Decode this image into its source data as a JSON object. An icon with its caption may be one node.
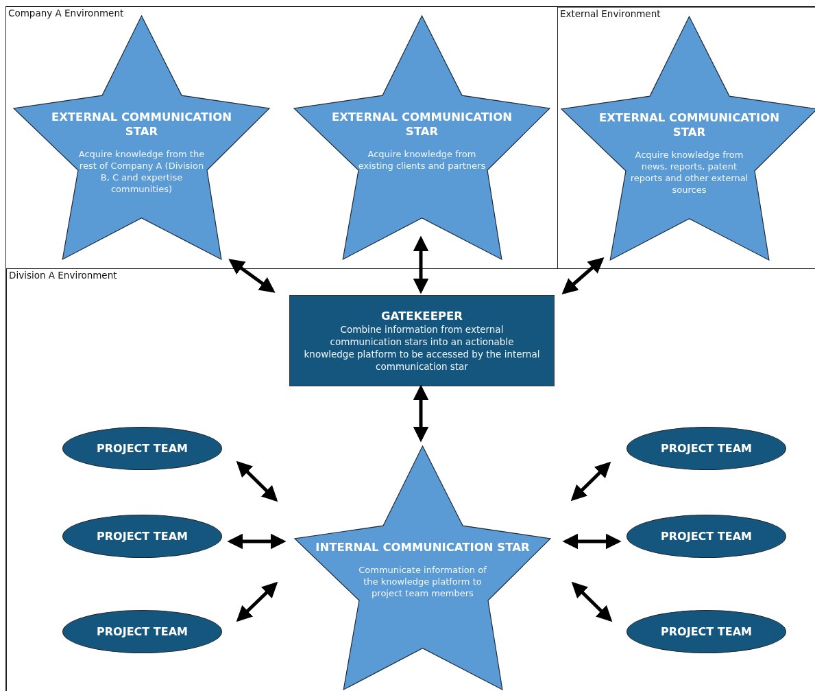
{
  "diagram": {
    "nodes": [
      {
        "text": [
          "Company A Environment"
        ]
      },
      {
        "text": [
          "External Environment"
        ],
        "in": 0
      },
      {
        "text": [
          "Division A Environment"
        ],
        "in": 0
      },
      {
        "text": [
          "EXTERNAL COMMUNICATION STAR",
          "Acquire knowledge from the rest of Company A (Division B, C and expertise communities)"
        ],
        "in": 0
      },
      {
        "text": [
          "EXTERNAL COMMUNICATION STAR",
          "Acquire knowledge from existing clients and partners"
        ],
        "in": 0
      },
      {
        "text": [
          "EXTERNAL COMMUNICATION STAR",
          "Acquire knowledge from news, reports, patent reports and other external sources"
        ],
        "in": 1
      },
      {
        "text": [
          "GATEKEEPER",
          "Combine information from external communication stars into an actionable knowledge platform to be accessed by the internal communication star"
        ],
        "in": 2
      },
      {
        "text": [
          "PROJECT TEAM"
        ],
        "in": 2
      },
      {
        "text": [
          "PROJECT TEAM"
        ],
        "in": 2
      },
      {
        "text": [
          "PROJECT TEAM"
        ],
        "in": 2
      },
      {
        "text": [
          "INTERNAL COMMUNICATION STAR",
          "Communicate information of the knowledge platform to project team members"
        ],
        "in": 2
      },
      {
        "text": [
          "PROJECT TEAM"
        ],
        "in": 2
      },
      {
        "text": [
          "PROJECT TEAM"
        ],
        "in": 2
      },
      {
        "text": [
          "PROJECT TEAM"
        ],
        "in": 2
      }
    ],
    "edges": [
      {
        "from": 3,
        "to": 6,
        "arrow": "both"
      },
      {
        "from": 4,
        "to": 6,
        "arrow": "both"
      },
      {
        "from": 5,
        "to": 6,
        "arrow": "both"
      },
      {
        "from": 6,
        "to": 10,
        "arrow": "both"
      },
      {
        "from": 7,
        "to": 10,
        "arrow": "both"
      },
      {
        "from": 8,
        "to": 10,
        "arrow": "both"
      },
      {
        "from": 9,
        "to": 10,
        "arrow": "both"
      },
      {
        "from": 11,
        "to": 10,
        "arrow": "both"
      },
      {
        "from": 12,
        "to": 10,
        "arrow": "both"
      },
      {
        "from": 13,
        "to": 10,
        "arrow": "both"
      }
    ]
  }
}
